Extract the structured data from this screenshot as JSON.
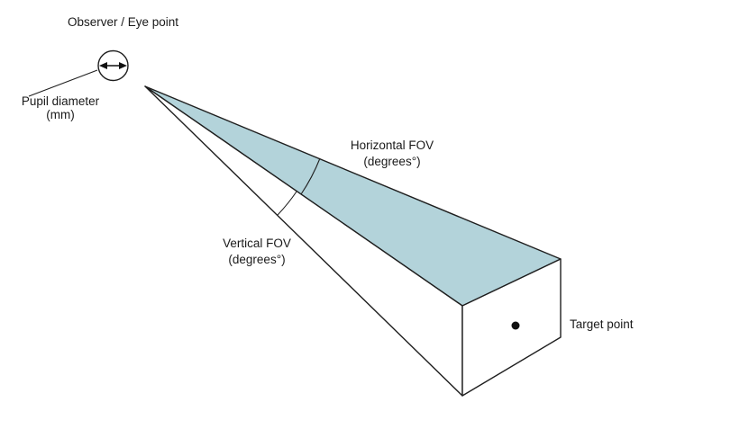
{
  "diagram": {
    "labels": {
      "observer": "Observer / Eye point",
      "pupil_line1": "Pupil diameter",
      "pupil_line2": "(mm)",
      "hfov_line1": "Horizontal FOV",
      "hfov_line2": "(degrees°)",
      "vfov_line1": "Vertical FOV",
      "vfov_line2": "(degrees°)",
      "target": "Target point"
    },
    "colors": {
      "fov_top_face_fill": "#b3d3da",
      "line": "#1f1f1f",
      "background": "#ffffff"
    }
  }
}
